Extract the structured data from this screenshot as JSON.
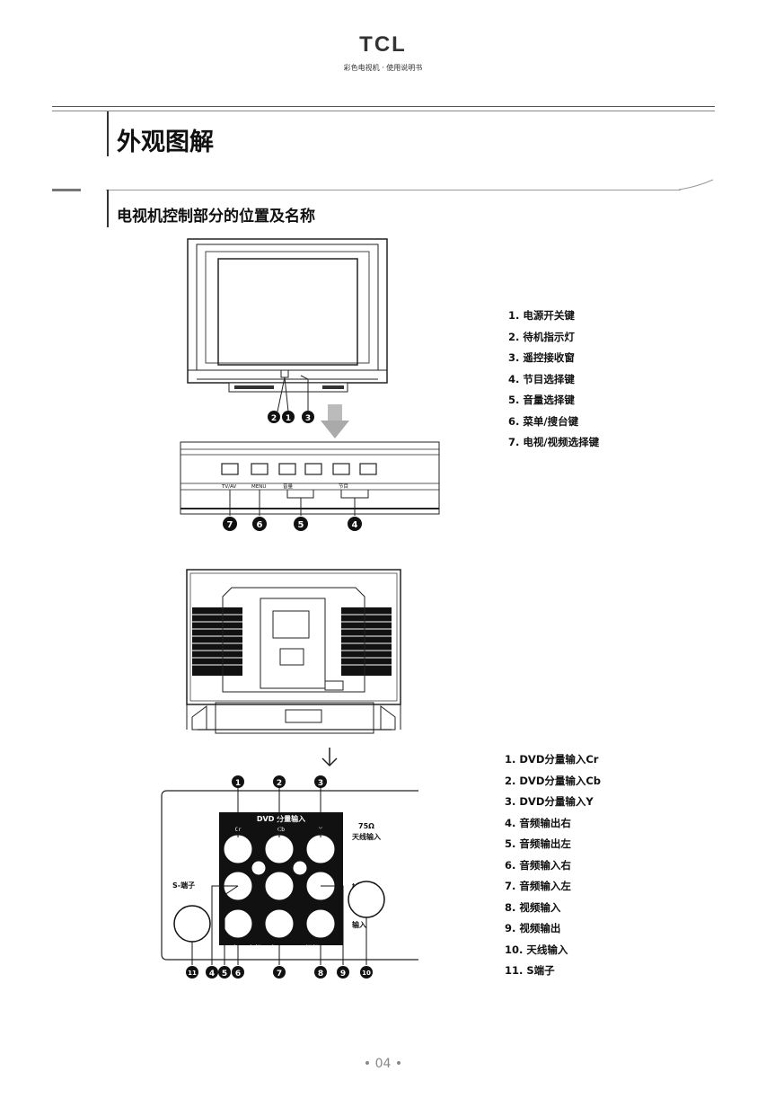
{
  "header": {
    "brand": "TCL",
    "subtitle": "彩色电视机 · 使用说明书"
  },
  "title": "外观图解",
  "section_heading": "电视机控制部分的位置及名称",
  "front_list": [
    "1. 电源开关键",
    "2. 待机指示灯",
    "3. 遥控接收窗",
    "4. 节目选择键",
    "5. 音量选择键",
    "6. 菜单/搜台键",
    "7. 电视/视频选择键"
  ],
  "front_markers": [
    "2",
    "1",
    "3"
  ],
  "panel_labels": {
    "tv_av": "TV/AV",
    "menu": "MENU",
    "vol": "音量",
    "ch": "节目"
  },
  "panel_markers": [
    "7",
    "6",
    "5",
    "4"
  ],
  "rear_list": [
    "1. DVD分量输入Cr",
    "2. DVD分量输入Cb",
    "3. DVD分量输入Y",
    "4. 音频输出右",
    "5. 音频输出左",
    "6. 音频输入右",
    "7. 音频输入左",
    "8. 视频输入",
    "9. 视频输出",
    "10. 天线输入",
    "11. S端子"
  ],
  "jack_labels": {
    "dvd": "DVD 分量输入",
    "cr": "Cr",
    "cb": "Cb",
    "y": "Y",
    "output": "输出",
    "input": "输入",
    "audio": "右 —音频— 左",
    "video": "视频",
    "ohm": "75Ω",
    "antenna": "天线输入",
    "s_terminal": "S-端子"
  },
  "jack_markers_top": [
    "1",
    "2",
    "3"
  ],
  "jack_markers_bottom": [
    "11",
    "4",
    "5",
    "6",
    "7",
    "8",
    "9",
    "10"
  ],
  "page_number": "• 04 •"
}
